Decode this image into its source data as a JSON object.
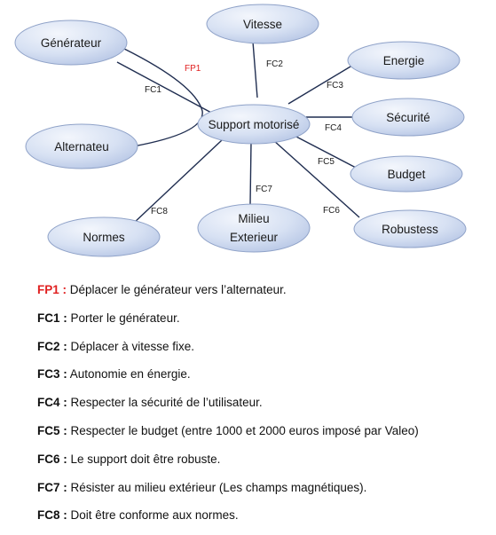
{
  "diagram": {
    "nodes": {
      "center": "Support motorisé",
      "generateur": "Générateur",
      "alternateur": "Alternateu",
      "vitesse": "Vitesse",
      "energie": "Energie",
      "securite": "Sécurité",
      "budget": "Budget",
      "robustesse": "Robustess",
      "milieu_line1": "Milieu",
      "milieu_line2": "Exterieur",
      "normes": "Normes"
    },
    "edges": {
      "fp1": "FP1",
      "fc1": "FC1",
      "fc2": "FC2",
      "fc3": "FC3",
      "fc4": "FC4",
      "fc5": "FC5",
      "fc6": "FC6",
      "fc7": "FC7",
      "fc8": "FC8"
    },
    "colors": {
      "node_fill_light": "#f3f6fc",
      "node_fill_dark": "#b9c8e6",
      "node_stroke": "#8fa2c8",
      "line": "#1f2d50",
      "fp_red": "#e02020"
    }
  },
  "legend": [
    {
      "code": "FP1 :",
      "text": " Déplacer le générateur vers l’alternateur."
    },
    {
      "code": "FC1 :",
      "text": " Porter le générateur."
    },
    {
      "code": "FC2 :",
      "text": " Déplacer à vitesse fixe."
    },
    {
      "code": "FC3 :",
      "text": " Autonomie en énergie."
    },
    {
      "code": "FC4 :",
      "text": " Respecter la sécurité de l’utilisateur."
    },
    {
      "code": "FC5 :",
      "text": " Respecter le budget (entre 1000 et 2000 euros imposé par Valeo)"
    },
    {
      "code": "FC6 :",
      "text": " Le support doit être robuste."
    },
    {
      "code": "FC7 :",
      "text": " Résister au milieu extérieur (Les champs magnétiques)."
    },
    {
      "code": "FC8 :",
      "text": " Doit être conforme aux normes."
    }
  ]
}
